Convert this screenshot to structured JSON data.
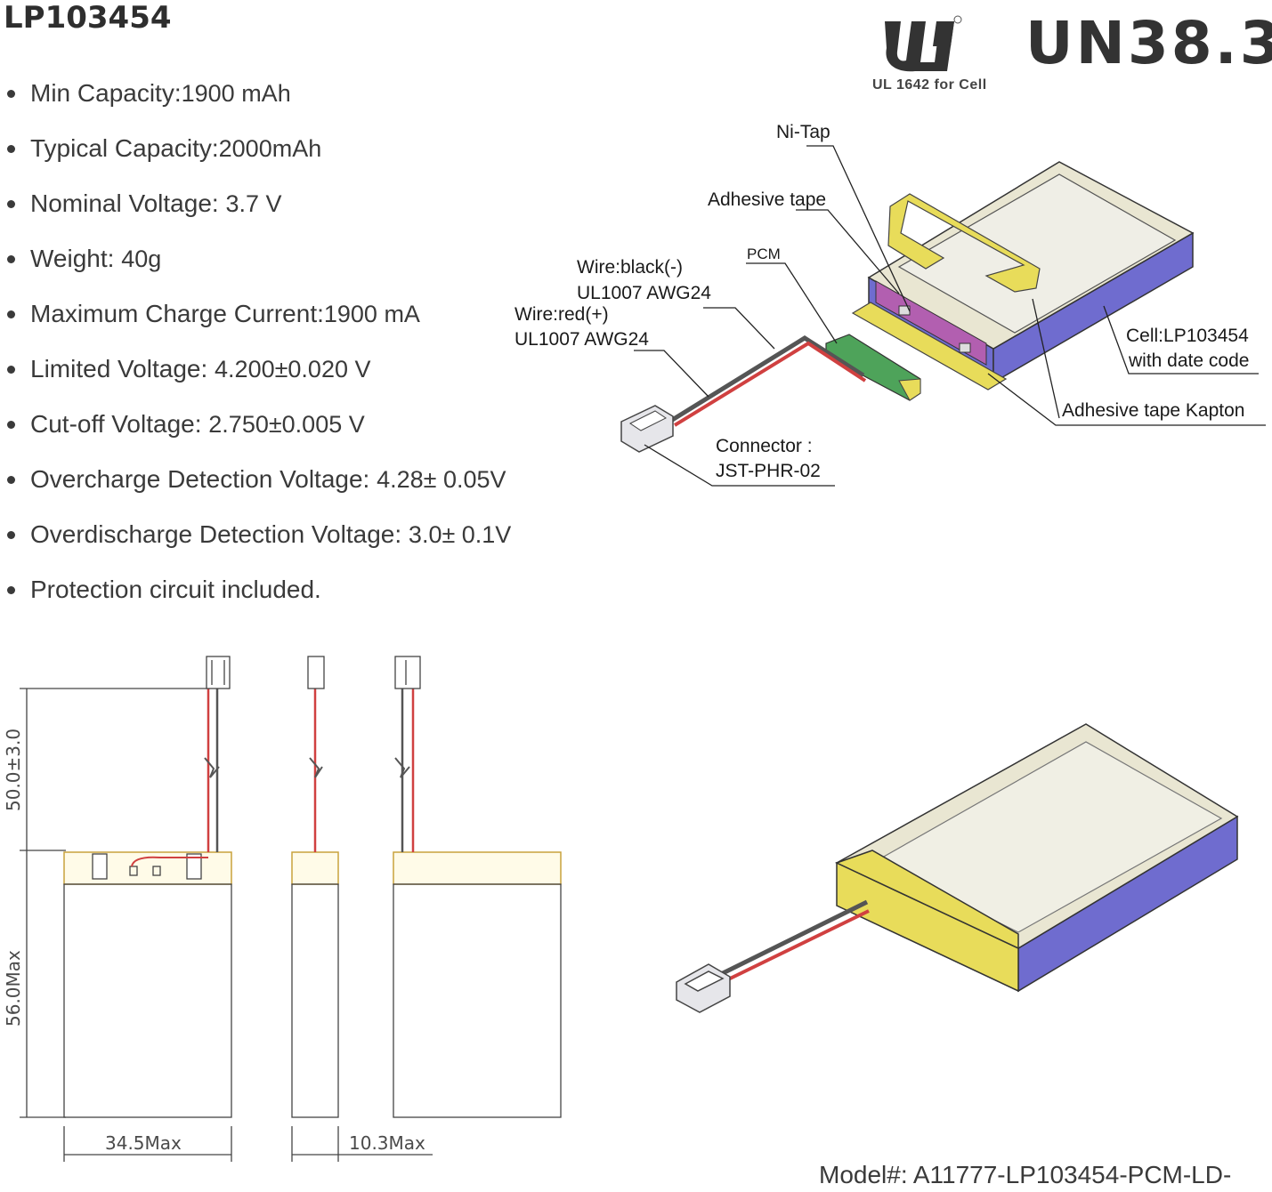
{
  "title": "LP103454",
  "specs": [
    {
      "label": "Min Capacity:",
      "value": "1900 mAh"
    },
    {
      "label": "Typical Capacity:",
      "value": "2000mAh"
    },
    {
      "label": "Nominal Voltage: ",
      "value": "3.7 V"
    },
    {
      "label": "Weight: ",
      "value": "40g"
    },
    {
      "label": "Maximum Charge Current:",
      "value": "1900 mA"
    },
    {
      "label": "Limited Voltage: ",
      "value": "4.200±0.020 V"
    },
    {
      "label": "Cut-off Voltage: ",
      "value": "2.750±0.005 V"
    },
    {
      "label": "Overcharge Detection Voltage: ",
      "value": "4.28± 0.05V"
    },
    {
      "label": "Overdischarge Detection Voltage: ",
      "value": "3.0± 0.1V"
    },
    {
      "label": "Protection circuit included.",
      "value": ""
    }
  ],
  "certifications": {
    "un": "UN38.3",
    "ul_caption": "UL 1642 for Cell"
  },
  "diagram_labels": {
    "ni_tap": "Ni-Tap",
    "adhesive_tape": "Adhesive tape",
    "pcm": "PCM",
    "wire_black_1": "Wire:black(-)",
    "wire_black_2": "UL1007 AWG24",
    "wire_red_1": "Wire:red(+)",
    "wire_red_2": "UL1007 AWG24",
    "cell_1": "Cell:LP103454",
    "cell_2": "with date code",
    "kapton": "Adhesive tape Kapton",
    "connector_1": "Connector :",
    "connector_2": "JST-PHR-02"
  },
  "dimensions": {
    "wire_length": "50.0±3.0",
    "height": "56.0Max",
    "width": "34.5Max",
    "thickness": "10.3Max"
  },
  "model": "Model#: A11777-LP103454-PCM-LD-",
  "colors": {
    "cell_top": "#e9e6d2",
    "cell_side": "#6f6ccf",
    "tape_yellow": "#e8dc5a",
    "pcb_green": "#4ea35a",
    "wire_red": "#d04040",
    "wire_black": "#555555"
  }
}
